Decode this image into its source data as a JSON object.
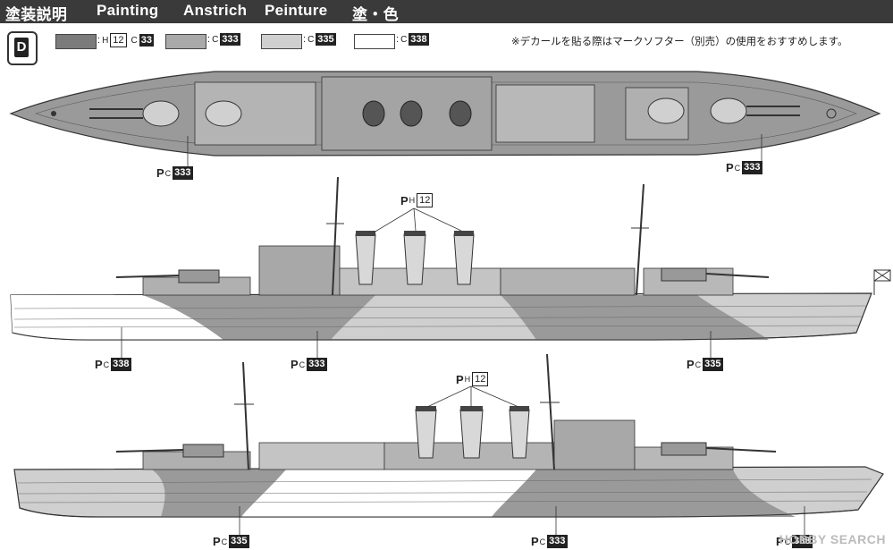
{
  "header": {
    "title_jp": "塗装説明",
    "title_en": "Painting",
    "title_de": "Anstrich",
    "title_fr": "Peinture",
    "title_color": "塗・色"
  },
  "step_badge": "D",
  "legend": [
    {
      "color": "#7b7b7b",
      "h_prefix": "H",
      "h_code": "12",
      "c_prefix": "C",
      "c_code": "33"
    },
    {
      "color": "#a9a9a9",
      "c_prefix": "C",
      "c_code": "333"
    },
    {
      "color": "#cfcfcf",
      "c_prefix": "C",
      "c_code": "335"
    },
    {
      "color": "#ffffff",
      "c_prefix": "C",
      "c_code": "338"
    }
  ],
  "note": "※デカールを貼る際はマークソフター（別売）の使用をおすすめします。",
  "top_view": {
    "callouts": [
      {
        "p": "P",
        "sub": "C",
        "code": "333"
      },
      {
        "p": "P",
        "sub": "C",
        "code": "333"
      }
    ]
  },
  "side_view_1": {
    "funnel_callout": {
      "p": "P",
      "sub": "H",
      "code": "12"
    },
    "callouts": [
      {
        "p": "P",
        "sub": "C",
        "code": "338"
      },
      {
        "p": "P",
        "sub": "C",
        "code": "333"
      },
      {
        "p": "P",
        "sub": "C",
        "code": "335"
      }
    ]
  },
  "side_view_2": {
    "funnel_callout": {
      "p": "P",
      "sub": "H",
      "code": "12"
    },
    "callouts": [
      {
        "p": "P",
        "sub": "C",
        "code": "335"
      },
      {
        "p": "P",
        "sub": "C",
        "code": "333"
      },
      {
        "p": "P",
        "sub": "C",
        "code": "338"
      }
    ]
  },
  "watermark": "HOBBY SEARCH",
  "colors": {
    "dark_grey": "#7b7b7b",
    "mid_grey": "#a9a9a9",
    "light_grey": "#cfcfcf",
    "white": "#ffffff",
    "header_bg": "#3a3a3a"
  }
}
